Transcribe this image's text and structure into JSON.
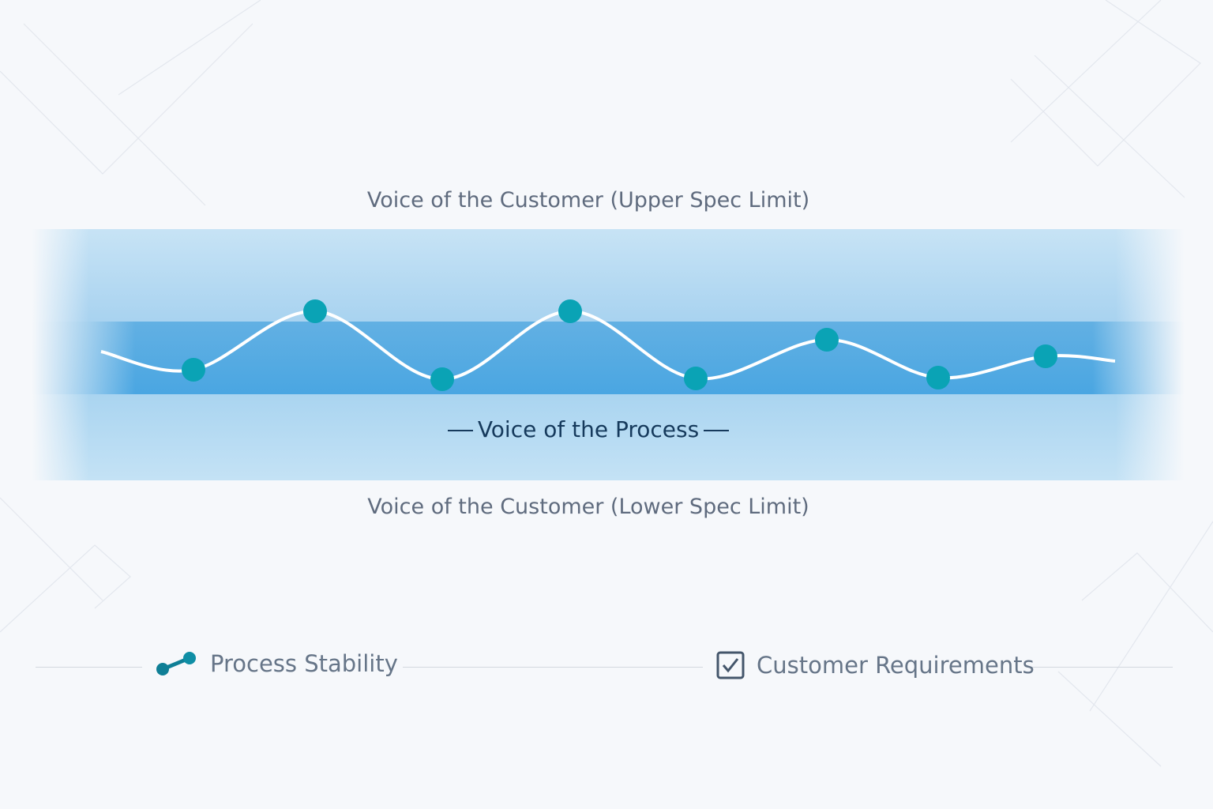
{
  "diagram": {
    "upper_label": "Voice of the Customer (Upper Spec Limit)",
    "lower_label": "Voice of the Customer (Lower Spec Limit)",
    "process_label": "Voice of the Process",
    "point_count": 8,
    "colors": {
      "outer_band": "#b3d9f2",
      "inner_band": "#4fa8e2",
      "point": "#0aa3b5",
      "curve": "#ffffff",
      "label_dark": "#163a5c",
      "label": "#5f6b7e"
    }
  },
  "legend": {
    "items": [
      {
        "label": "Process Stability",
        "icon": "connected-nodes-icon"
      },
      {
        "label": "Customer Requirements",
        "icon": "checkbox-checked-icon"
      }
    ]
  }
}
